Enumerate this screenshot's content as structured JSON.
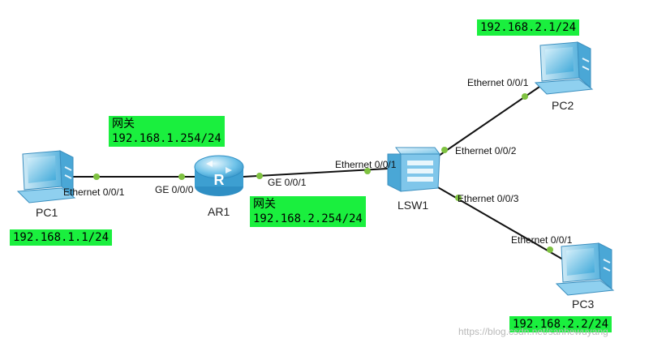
{
  "devices": {
    "pc1": {
      "name": "PC1",
      "ip": "192.168.1.1/24"
    },
    "pc2": {
      "name": "PC2",
      "ip": "192.168.2.1/24"
    },
    "pc3": {
      "name": "PC3",
      "ip": "192.168.2.2/24"
    },
    "ar1": {
      "name": "AR1"
    },
    "lsw1": {
      "name": "LSW1"
    }
  },
  "gateways": {
    "left": {
      "label": "网关",
      "ip": "192.168.1.254/24"
    },
    "right": {
      "label": "网关",
      "ip": "192.168.2.254/24"
    }
  },
  "ports": {
    "pc1_eth": "Ethernet 0/0/1",
    "ar1_ge000": "GE 0/0/0",
    "ar1_ge001": "GE 0/0/1",
    "lsw1_eth001": "Ethernet 0/0/1",
    "lsw1_eth002": "Ethernet 0/0/2",
    "lsw1_eth003": "Ethernet 0/0/3",
    "pc2_eth": "Ethernet 0/0/1",
    "pc3_eth": "Ethernet 0/0/1"
  },
  "watermark": "https://blog.csdn.net/sanhewuyang",
  "colors": {
    "ip_box": "#1aef3e",
    "link": "#111111",
    "port_dot": "#7fc241"
  }
}
